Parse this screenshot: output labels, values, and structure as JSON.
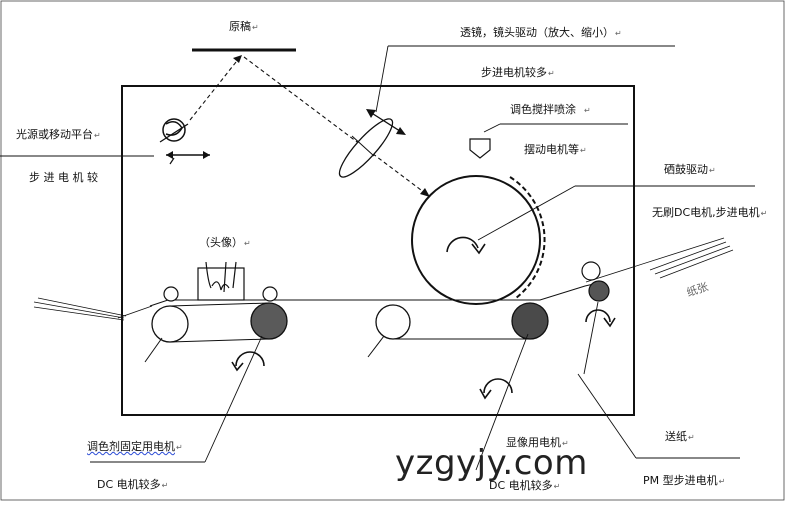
{
  "labels": {
    "original": "原稿",
    "lens_drive": "透镜，镜头驱动（放大、缩小）",
    "lens_stepper": "步进电机较多",
    "color_mix_spray": "调色搅拌喷涂",
    "swing_motor": "摆动电机等",
    "light_source": "光源或移动平台",
    "stepper_few": "步 进 电 机 较",
    "selenium_drum": "硒鼓驱动",
    "brushless": "无刷DC电机,步进电机",
    "head": "（头像）",
    "paper": "纸张",
    "toner_fix_motor": "调色剂固定用电机",
    "dc_motor_more_left": "DC 电机较多",
    "develop_motor": "显像用电机",
    "dc_motor_more_mid": "DC 电机较多",
    "paper_feed": "送纸",
    "pm_stepper": "PM 型步进电机"
  },
  "mark": "↵",
  "watermark": "yzgyjy.com",
  "colors": {
    "line": "#111111",
    "roller_dark": "#555555",
    "wavy": "#2a4bd6"
  }
}
